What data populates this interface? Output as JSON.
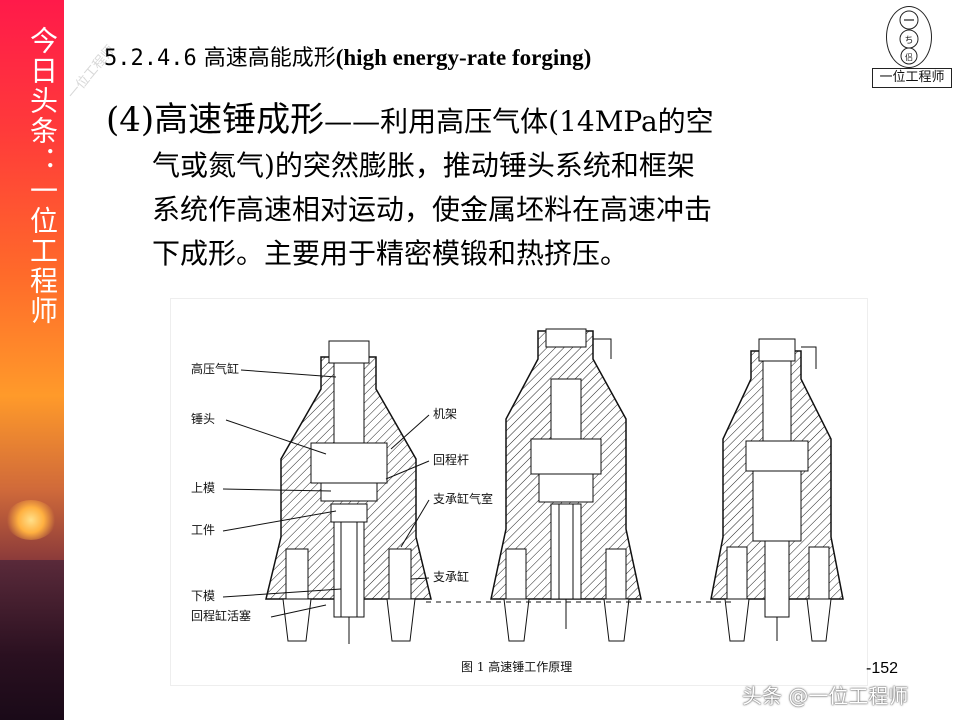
{
  "sidebar": {
    "text": "今日头条：一位工程师"
  },
  "watermark": {
    "diagonal": "一位工程师",
    "footer": "头条 @一位工程师"
  },
  "logo": {
    "label": "一位工程师",
    "glyphs": [
      "一",
      "ち",
      "侣"
    ]
  },
  "heading": {
    "number": "5.2.4.6",
    "zh": "高速高能成形",
    "en": "(high energy-rate forging)"
  },
  "paragraph": {
    "title": "(4)高速锤成形",
    "dash": "——",
    "line1": "利用高压气体(14MPa的空",
    "line2": "气或氮气)的突然膨胀，推动锤头系统和框架",
    "line3": "系统作高速相对运动，使金属坯料在高速冲击",
    "line4": "下成形。主要用于精密模锻和热挤压。"
  },
  "figure": {
    "labels_left": [
      "高压气缸",
      "锤头",
      "上模",
      "工件",
      "下模",
      "回程缸活塞"
    ],
    "labels_right": [
      "机架",
      "回程杆",
      "支承缸气室",
      "支承缸"
    ],
    "caption": "图 1   高速锤工作原理"
  },
  "page_number": "-152"
}
